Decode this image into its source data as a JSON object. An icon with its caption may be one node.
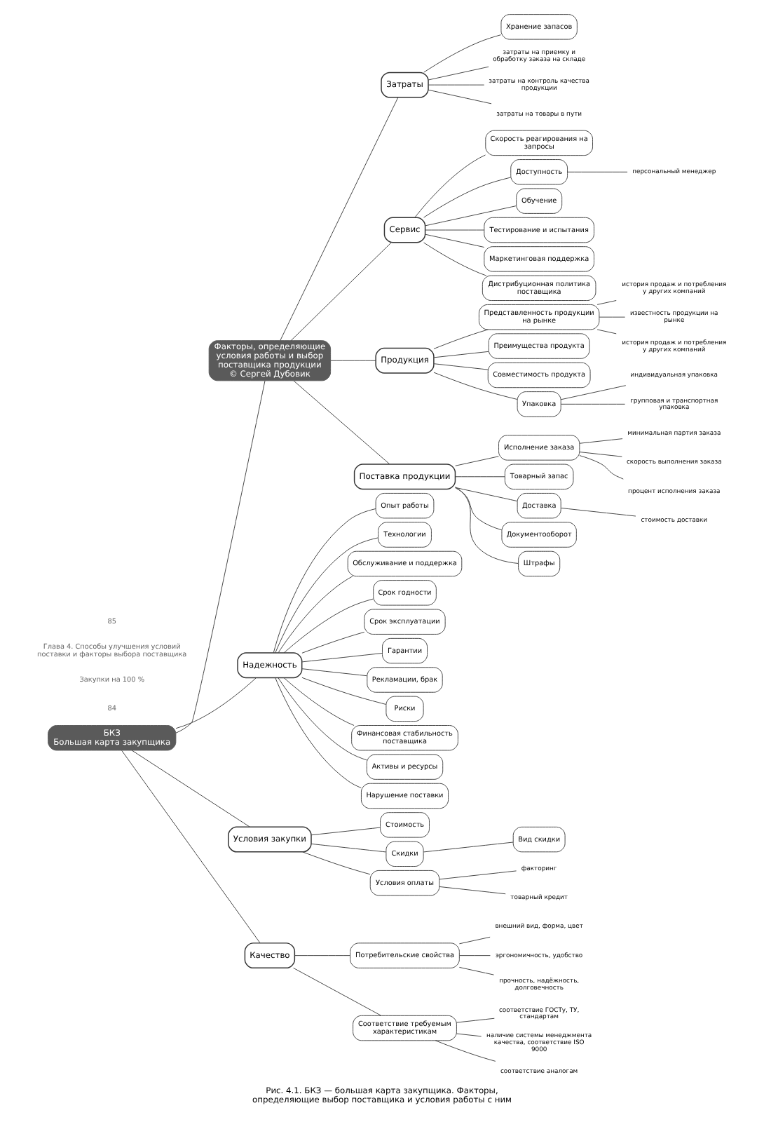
{
  "diagram": {
    "caption": "Рис. 4.1. БКЗ — большая карта закупщика. Факторы, определяющие выбор поставщика и условия работы с ним",
    "nodes": [
      {
        "text": [
          "БКЗ",
          "Большая карта закупщика"
        ]
      },
      {
        "text": [
          "Факторы, определяющие условия работы и выбор поставщика продукции",
          "© Сергей Дубовик"
        ]
      },
      {
        "text": [
          "Надежность"
        ]
      },
      {
        "text": [
          "Условия закупки"
        ]
      },
      {
        "text": [
          "Качество"
        ]
      },
      {
        "text": [
          "Затраты"
        ]
      },
      {
        "text": [
          "Сервис"
        ]
      },
      {
        "text": [
          "Продукция"
        ]
      },
      {
        "text": [
          "Поставка продукции"
        ]
      },
      {
        "text": [
          "Опыт работы"
        ]
      },
      {
        "text": [
          "Технологии"
        ]
      },
      {
        "text": [
          "Обслуживание и поддержка"
        ]
      },
      {
        "text": [
          "Срок годности"
        ]
      },
      {
        "text": [
          "Срок эксплуатации"
        ]
      },
      {
        "text": [
          "Гарантии"
        ]
      },
      {
        "text": [
          "Рекламации, брак"
        ]
      },
      {
        "text": [
          "Риски"
        ]
      },
      {
        "text": [
          "Финансовая стабильность поставщика"
        ]
      },
      {
        "text": [
          "Активы и ресурсы"
        ]
      },
      {
        "text": [
          "Нарушение поставки"
        ]
      },
      {
        "text": [
          "Стоимость"
        ]
      },
      {
        "text": [
          "Скидки"
        ]
      },
      {
        "text": [
          "Условия оплаты"
        ]
      },
      {
        "text": [
          "Вид скидки"
        ]
      },
      {
        "text": [
          "факторинг"
        ]
      },
      {
        "text": [
          "товарный кредит"
        ]
      },
      {
        "text": [
          "Потребительские свойства"
        ]
      },
      {
        "text": [
          "Соответствие требуемым характеристикам"
        ]
      },
      {
        "text": [
          "внешний вид, форма, цвет"
        ]
      },
      {
        "text": [
          "эргономичность, удобство"
        ]
      },
      {
        "text": [
          "прочность, надёжность, долговечность"
        ]
      },
      {
        "text": [
          "соответствие ГОСТу, ТУ, стандартам"
        ]
      },
      {
        "text": [
          "наличие системы менеджмента качества, соответствие ISO 9000"
        ]
      },
      {
        "text": [
          "соответствие аналогам"
        ]
      },
      {
        "text": [
          "Хранение запасов"
        ]
      },
      {
        "text": [
          "затраты на приемку и обработку заказа на складе"
        ]
      },
      {
        "text": [
          "затраты на контроль качества продукции"
        ]
      },
      {
        "text": [
          "затраты на товары в пути"
        ]
      },
      {
        "text": [
          "Скорость реагирования на запросы"
        ]
      },
      {
        "text": [
          "Доступность"
        ]
      },
      {
        "text": [
          "Обучение"
        ]
      },
      {
        "text": [
          "Тестирование и испытания"
        ]
      },
      {
        "text": [
          "Маркетинговая поддержка"
        ]
      },
      {
        "text": [
          "Дистрибуционная политика поставщика"
        ]
      },
      {
        "text": [
          "персональный менеджер"
        ]
      },
      {
        "text": [
          "Представленность продукции на рынке"
        ]
      },
      {
        "text": [
          "Преимущества продукта"
        ]
      },
      {
        "text": [
          "Совместимость продукта"
        ]
      },
      {
        "text": [
          "Упаковка"
        ]
      },
      {
        "text": [
          "история продаж и потребления у других компаний"
        ]
      },
      {
        "text": [
          "известность продукции на рынке"
        ]
      },
      {
        "text": [
          "история продаж и потребления у других компаний"
        ]
      },
      {
        "text": [
          "индивидуальная упаковка"
        ]
      },
      {
        "text": [
          "групповая и транспортная упаковка"
        ]
      },
      {
        "text": [
          "Исполнение заказа"
        ]
      },
      {
        "text": [
          "Товарный запас"
        ]
      },
      {
        "text": [
          "Доставка"
        ]
      },
      {
        "text": [
          "Документооборот"
        ]
      },
      {
        "text": [
          "Штрафы"
        ]
      },
      {
        "text": [
          "минимальная партия заказа"
        ]
      },
      {
        "text": [
          "скорость выполнения заказа"
        ]
      },
      {
        "text": [
          "процент исполнения заказа"
        ]
      },
      {
        "text": [
          "стоимость доставки"
        ]
      }
    ],
    "edges": [
      {
        "from": 0,
        "to": 1,
        "arrow": "none"
      },
      {
        "from": 0,
        "to": 2,
        "arrow": "none"
      },
      {
        "from": 0,
        "to": 3,
        "arrow": "none"
      },
      {
        "from": 0,
        "to": 4,
        "arrow": "none"
      },
      {
        "from": 1,
        "to": 5,
        "arrow": "none"
      },
      {
        "from": 1,
        "to": 6,
        "arrow": "none"
      },
      {
        "from": 1,
        "to": 7,
        "arrow": "none"
      },
      {
        "from": 1,
        "to": 8,
        "arrow": "none"
      },
      {
        "from": 2,
        "to": 9,
        "arrow": "none"
      },
      {
        "from": 2,
        "to": 10,
        "arrow": "none"
      },
      {
        "from": 2,
        "to": 11,
        "arrow": "none"
      },
      {
        "from": 2,
        "to": 12,
        "arrow": "none"
      },
      {
        "from": 2,
        "to": 13,
        "arrow": "none"
      },
      {
        "from": 2,
        "to": 14,
        "arrow": "none"
      },
      {
        "from": 2,
        "to": 15,
        "arrow": "none"
      },
      {
        "from": 2,
        "to": 16,
        "arrow": "none"
      },
      {
        "from": 2,
        "to": 17,
        "arrow": "none"
      },
      {
        "from": 2,
        "to": 18,
        "arrow": "none"
      },
      {
        "from": 2,
        "to": 19,
        "arrow": "none"
      },
      {
        "from": 3,
        "to": 20,
        "arrow": "none"
      },
      {
        "from": 3,
        "to": 21,
        "arrow": "none"
      },
      {
        "from": 3,
        "to": 22,
        "arrow": "none"
      },
      {
        "from": 21,
        "to": 23,
        "arrow": "none"
      },
      {
        "from": 22,
        "to": 24,
        "arrow": "none"
      },
      {
        "from": 22,
        "to": 25,
        "arrow": "none"
      },
      {
        "from": 4,
        "to": 26,
        "arrow": "none"
      },
      {
        "from": 4,
        "to": 27,
        "arrow": "none"
      },
      {
        "from": 26,
        "to": 28,
        "arrow": "none"
      },
      {
        "from": 26,
        "to": 29,
        "arrow": "none"
      },
      {
        "from": 26,
        "to": 30,
        "arrow": "none"
      },
      {
        "from": 27,
        "to": 31,
        "arrow": "none"
      },
      {
        "from": 27,
        "to": 32,
        "arrow": "none"
      },
      {
        "from": 27,
        "to": 33,
        "arrow": "none"
      },
      {
        "from": 5,
        "to": 34,
        "arrow": "none"
      },
      {
        "from": 5,
        "to": 35,
        "arrow": "none"
      },
      {
        "from": 5,
        "to": 36,
        "arrow": "none"
      },
      {
        "from": 5,
        "to": 37,
        "arrow": "none"
      },
      {
        "from": 6,
        "to": 38,
        "arrow": "none"
      },
      {
        "from": 6,
        "to": 39,
        "arrow": "none"
      },
      {
        "from": 6,
        "to": 40,
        "arrow": "none"
      },
      {
        "from": 6,
        "to": 41,
        "arrow": "none"
      },
      {
        "from": 6,
        "to": 42,
        "arrow": "none"
      },
      {
        "from": 6,
        "to": 43,
        "arrow": "none"
      },
      {
        "from": 39,
        "to": 44,
        "arrow": "none"
      },
      {
        "from": 7,
        "to": 45,
        "arrow": "none"
      },
      {
        "from": 7,
        "to": 46,
        "arrow": "none"
      },
      {
        "from": 7,
        "to": 47,
        "arrow": "none"
      },
      {
        "from": 7,
        "to": 48,
        "arrow": "none"
      },
      {
        "from": 45,
        "to": 49,
        "arrow": "none"
      },
      {
        "from": 45,
        "to": 50,
        "arrow": "none"
      },
      {
        "from": 45,
        "to": 51,
        "arrow": "none"
      },
      {
        "from": 48,
        "to": 52,
        "arrow": "none"
      },
      {
        "from": 48,
        "to": 53,
        "arrow": "none"
      },
      {
        "from": 8,
        "to": 54,
        "arrow": "none"
      },
      {
        "from": 8,
        "to": 55,
        "arrow": "none"
      },
      {
        "from": 8,
        "to": 56,
        "arrow": "none"
      },
      {
        "from": 8,
        "to": 57,
        "arrow": "none"
      },
      {
        "from": 8,
        "to": 58,
        "arrow": "none"
      },
      {
        "from": 54,
        "to": 59,
        "arrow": "none"
      },
      {
        "from": 54,
        "to": 60,
        "arrow": "none"
      },
      {
        "from": 54,
        "to": 61,
        "arrow": "none"
      },
      {
        "from": 56,
        "to": 62,
        "arrow": "none"
      }
    ],
    "labels": [
      "84",
      "Закупки на 100 %",
      "Глава 4. Способы улучшения условий поставки и факторы выбора поставщика",
      "85"
    ]
  }
}
